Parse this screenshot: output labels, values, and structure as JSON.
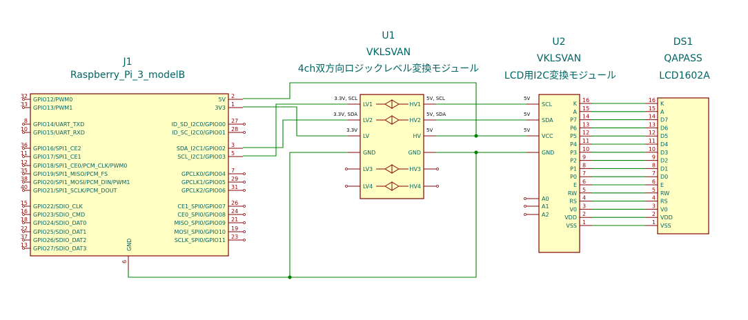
{
  "j1": {
    "ref": "J1",
    "value": "Raspberry_Pi_3_modelB",
    "left_pins": [
      {
        "num": "32",
        "name": "GPIO12/PWM0"
      },
      {
        "num": "33",
        "name": "GPIO13/PWM1"
      },
      {
        "num": "8",
        "name": "GPIO14/UART_TXD"
      },
      {
        "num": "10",
        "name": "GPIO15/UART_RXD"
      },
      {
        "num": "36",
        "name": "GPIO16/SPI1_CE2"
      },
      {
        "num": "11",
        "name": "GPIO17/SPI1_CE1"
      },
      {
        "num": "12",
        "name": "GPIO18/SPI1_CE0/PCM_CLK/PWM0"
      },
      {
        "num": "35",
        "name": "GPIO19/SPI1_MISO/PCM_FS"
      },
      {
        "num": "38",
        "name": "GPIO20/SPI1_MOSI/PCM_DIN/PWM1"
      },
      {
        "num": "40",
        "name": "GPIO21/SPI1_SCLK/PCM_DOUT"
      },
      {
        "num": "15",
        "name": "GPIO22/SDIO_CLK"
      },
      {
        "num": "16",
        "name": "GPIO23/SDIO_CMD"
      },
      {
        "num": "18",
        "name": "GPIO24/SDIO_DAT0"
      },
      {
        "num": "22",
        "name": "GPIO25/SDIO_DAT1"
      },
      {
        "num": "37",
        "name": "GPIO26/SDIO_DAT2"
      },
      {
        "num": "13",
        "name": "GPIO27/SDIO_DAT3"
      }
    ],
    "right_pins": [
      {
        "num": "2",
        "name": "5V"
      },
      {
        "num": "1",
        "name": "3V3"
      },
      {
        "num": "27",
        "name": "ID_SD_I2C0/GPIO00"
      },
      {
        "num": "28",
        "name": "ID_SC_I2C0/GPIO01"
      },
      {
        "num": "3",
        "name": "SDA_I2C1/GPIO02"
      },
      {
        "num": "5",
        "name": "SCL_I2C1/GPIO03"
      },
      {
        "num": "7",
        "name": "GPCLK0/GPIO04"
      },
      {
        "num": "29",
        "name": "GPCLK1/GPIO05"
      },
      {
        "num": "31",
        "name": "GPCLK2/GPIO06"
      },
      {
        "num": "26",
        "name": "CE1_SPI0/GPIO07"
      },
      {
        "num": "24",
        "name": "CE0_SPI0/GPIO08"
      },
      {
        "num": "21",
        "name": "MISO_SPI0/GPIO09"
      },
      {
        "num": "19",
        "name": "MOSI_SPI0/GPIO10"
      },
      {
        "num": "23",
        "name": "SCLK_SPI0/GPIO11"
      }
    ],
    "gnd_pin": {
      "num": "6",
      "name": "GND"
    }
  },
  "u1": {
    "ref": "U1",
    "value": "VKLSVAN",
    "desc": "4ch双方向ロジックレベル変換モジュール",
    "left_pins": [
      "LV1",
      "LV2",
      "LV",
      "GND",
      "LV3",
      "LV4"
    ],
    "right_pins": [
      "HV1",
      "HV2",
      "HV",
      "GND",
      "HV3",
      "HV4"
    ],
    "left_nets": [
      "3.3V, SCL",
      "3.3V, SDA",
      "3.3V"
    ],
    "right_nets": [
      "5V, SCL",
      "5V, SDA",
      "5V"
    ]
  },
  "u2": {
    "ref": "U2",
    "value": "VKLSVAN",
    "desc": "LCD用I2C変換モジュール",
    "left_pins": [
      "SCL",
      "SDA",
      "VCC",
      "GND",
      "A0",
      "A1",
      "A2"
    ],
    "left_nets": [
      "5V",
      "5V",
      "5V"
    ],
    "right_pins": [
      {
        "num": "16",
        "name": "K"
      },
      {
        "num": "15",
        "name": "A"
      },
      {
        "num": "14",
        "name": "P7"
      },
      {
        "num": "13",
        "name": "P6"
      },
      {
        "num": "12",
        "name": "P5"
      },
      {
        "num": "11",
        "name": "P4"
      },
      {
        "num": "10",
        "name": "P3"
      },
      {
        "num": "9",
        "name": "P2"
      },
      {
        "num": "8",
        "name": "P1"
      },
      {
        "num": "7",
        "name": "P0"
      },
      {
        "num": "6",
        "name": "E"
      },
      {
        "num": "5",
        "name": "RW"
      },
      {
        "num": "4",
        "name": "RS"
      },
      {
        "num": "3",
        "name": "V0"
      },
      {
        "num": "2",
        "name": "VDD"
      },
      {
        "num": "1",
        "name": "VSS"
      }
    ]
  },
  "ds1": {
    "ref": "DS1",
    "value": "QAPASS",
    "desc": "LCD1602A",
    "pins": [
      {
        "num": "16",
        "name": "K"
      },
      {
        "num": "15",
        "name": "A"
      },
      {
        "num": "14",
        "name": "D7"
      },
      {
        "num": "13",
        "name": "D6"
      },
      {
        "num": "12",
        "name": "D5"
      },
      {
        "num": "11",
        "name": "D4"
      },
      {
        "num": "10",
        "name": "D3"
      },
      {
        "num": "9",
        "name": "D2"
      },
      {
        "num": "8",
        "name": "D1"
      },
      {
        "num": "7",
        "name": "D0"
      },
      {
        "num": "6",
        "name": "E"
      },
      {
        "num": "5",
        "name": "RW"
      },
      {
        "num": "4",
        "name": "RS"
      },
      {
        "num": "3",
        "name": "V0"
      },
      {
        "num": "2",
        "name": "VDD"
      },
      {
        "num": "1",
        "name": "VSS"
      }
    ]
  }
}
